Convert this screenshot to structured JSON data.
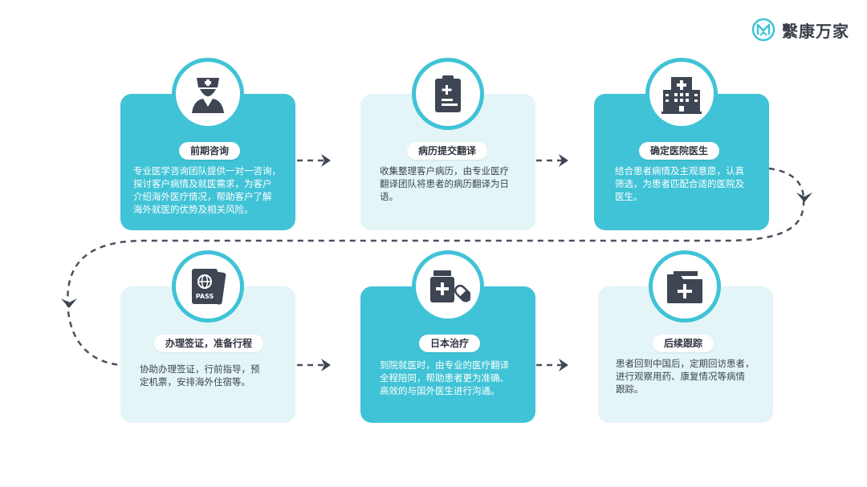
{
  "brand": {
    "name": "繫康万家",
    "color": "#40c3d6"
  },
  "colors": {
    "accent": "#40c3d6",
    "light_card": "#e4f5f8",
    "icon": "#3e4654",
    "line": "#4a5060"
  },
  "steps": [
    {
      "title": "前期咨询",
      "icon": "nurse-icon",
      "style": "dark",
      "desc": [
        "专业医学咨询团队提供一对一咨询，",
        "探讨客户病情及就医需求，为客户",
        "介绍海外医疗情况，帮助客户了解",
        "海外就医的优势及相关风险。"
      ]
    },
    {
      "title": "病历提交翻译",
      "icon": "clipboard-icon",
      "style": "light",
      "desc": [
        "收集整理客户病历，由专业医疗",
        "翻译团队将患者的病历翻译为日",
        "语。"
      ]
    },
    {
      "title": "确定医院医生",
      "icon": "hospital-icon",
      "style": "dark",
      "desc": [
        "结合患者病情及主观意愿，认真",
        "筛选，为患者匹配合适的医院及",
        "医生。"
      ]
    },
    {
      "title": "办理签证，准备行程",
      "icon": "passport-icon",
      "style": "light",
      "desc": [
        "协助办理签证，行前指导，预",
        "定机票，安排海外住宿等。"
      ]
    },
    {
      "title": "日本治疗",
      "icon": "medicine-icon",
      "style": "dark",
      "desc": [
        "到院就医时，由专业的医疗翻译",
        "全程陪同，帮助患者更为准确、",
        "高效的与国外医生进行沟通。"
      ]
    },
    {
      "title": "后续跟踪",
      "icon": "folder-icon",
      "style": "light",
      "desc": [
        "患者回到中国后，定期回访患者，",
        "进行观察用药、康复情况等病情",
        "跟踪。"
      ]
    }
  ],
  "passport_text": "PASS"
}
